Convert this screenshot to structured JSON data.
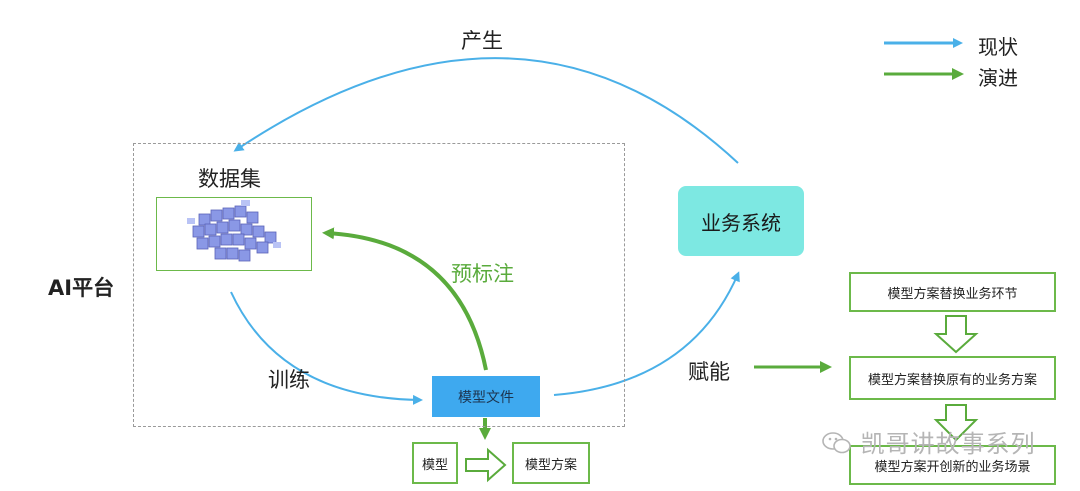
{
  "legend": {
    "current": "现状",
    "evolution": "演进",
    "current_color": "#4ab0e8",
    "evolution_color": "#5aab3c"
  },
  "labels": {
    "produce": "产生",
    "dataset": "数据集",
    "ai_platform": "AI平台",
    "pre_label": "预标注",
    "train": "训练",
    "model_file": "模型文件",
    "business_system": "业务系统",
    "empower": "赋能",
    "model": "模型",
    "model_plan": "模型方案"
  },
  "steps": [
    "模型方案替换业务环节",
    "模型方案替换原有的业务方案",
    "模型方案开创新的业务场景"
  ],
  "watermark": "凯哥讲故事系列",
  "icons": {
    "dataset_image": "cube-cluster-icon",
    "watermark_icon": "wechat-icon"
  }
}
